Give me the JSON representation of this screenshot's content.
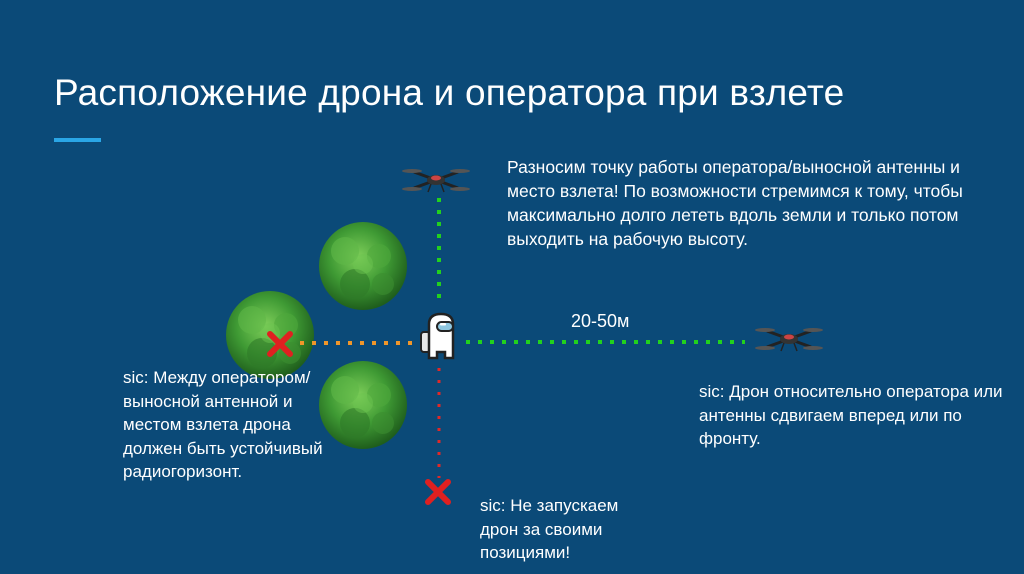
{
  "slide": {
    "title": "Расположение дрона и оператора при взлете",
    "main_text": "Разносим точку работы оператора/выносной антенны и место взлета! По возможности стремимся к тому, чтобы максимально долго лететь вдоль земли и только потом выходить на рабочую высоту.",
    "distance_label": "20-50м",
    "left_note": "sic: Между оператором/выносной антенной и местом взлета дрона должен быть устойчивый радиогоризонт.",
    "right_note": "sic: Дрон относительно оператора или антенны сдвигаем вперед или по фронту.",
    "bottom_note": "sic: Не запускаем дрон за своими позициями!"
  },
  "colors": {
    "background": "#0b4a78",
    "accent": "#2aa6e6",
    "green_path": "#22d11e",
    "orange_path": "#f0962a",
    "red_path": "#e02828",
    "tree": "#3f9a34"
  },
  "icons": [
    "drone-icon",
    "operator-icon",
    "tree-icon",
    "red-cross-icon"
  ]
}
